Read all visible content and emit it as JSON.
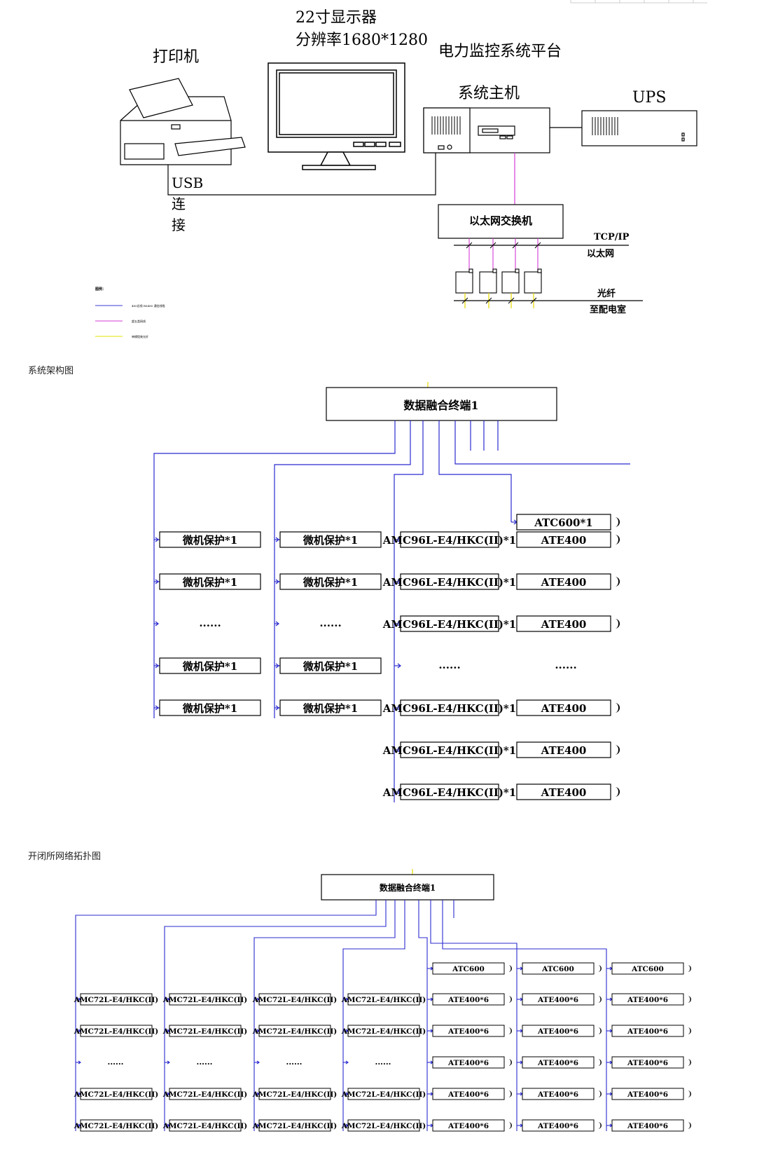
{
  "diagram1": {
    "display_label_line1": "22寸显示器",
    "display_label_line2": "分辨率1680*1280",
    "printer_label": "打印机",
    "platform_label": "电力监控系统平台",
    "host_label": "系统主机",
    "ups_label": "UPS",
    "usb_label": "USB",
    "usb_label_2": "连",
    "usb_label_3": "接",
    "switch_label": "以太网交换机",
    "tcpip_label": "TCP/IP",
    "ethernet_label": "以太网",
    "fiber_label": "光纤",
    "to_room_label": "至配电室",
    "legend_title": "图例：",
    "legend_items": [
      {
        "text": "485总线 RS485 通信线缆",
        "color": "#3b3bd6"
      },
      {
        "text": "超五类网线",
        "color": "#d63bd6"
      },
      {
        "text": "单模铠装光纤",
        "color": "#e6e600"
      }
    ],
    "caption": "系统架构图"
  },
  "diagram2": {
    "terminal_label": "数据融合终端1",
    "col1": [
      "微机保护*1",
      "微机保护*1",
      "......",
      "微机保护*1",
      "微机保护*1"
    ],
    "col2": [
      "微机保护*1",
      "微机保护*1",
      "......",
      "微机保护*1",
      "微机保护*1"
    ],
    "col3": [
      "AMC96L-E4/HKC(II)*1",
      "AMC96L-E4/HKC(II)*1",
      "AMC96L-E4/HKC(II)*1",
      "......",
      "AMC96L-E4/HKC(II)*1",
      "AMC96L-E4/HKC(II)*1",
      "AMC96L-E4/HKC(II)*1"
    ],
    "atc_label": "ATC600*1",
    "col4": [
      "ATE400",
      "ATE400",
      "ATE400",
      "......",
      "ATE400",
      "ATE400",
      "ATE400"
    ],
    "caption": "开闭所网络拓扑图"
  },
  "diagram3": {
    "terminal_label": "数据融合终端1",
    "amc_cols": [
      [
        "AMC72L-E4/HKC(II)",
        "AMC72L-E4/HKC(II)",
        "......",
        "AMC72L-E4/HKC(II)",
        "AMC72L-E4/HKC(II)"
      ],
      [
        "AMC72L-E4/HKC(II)",
        "AMC72L-E4/HKC(II)",
        "......",
        "AMC72L-E4/HKC(II)",
        "AMC72L-E4/HKC(II)"
      ],
      [
        "AMC72L-E4/HKC(II)",
        "AMC72L-E4/HKC(II)",
        "......",
        "AMC72L-E4/HKC(II)",
        "AMC72L-E4/HKC(II)"
      ],
      [
        "AMC72L-E4/HKC(II)",
        "AMC72L-E4/HKC(II)",
        "......",
        "AMC72L-E4/HKC(II)",
        "AMC72L-E4/HKC(II)"
      ]
    ],
    "ate_cols": [
      [
        "ATC600",
        "ATE400*6",
        "ATE400*6",
        "ATE400*6",
        "ATE400*6",
        "ATE400*6"
      ],
      [
        "ATC600",
        "ATE400*6",
        "ATE400*6",
        "ATE400*6",
        "ATE400*6",
        "ATE400*6"
      ],
      [
        "ATC600",
        "ATE400*6",
        "ATE400*6",
        "ATE400*6",
        "ATE400*6",
        "ATE400*6"
      ]
    ]
  },
  "colors": {
    "bus": "#2b2bd0",
    "ethernet": "#d63bd6",
    "fiber": "#e6d800",
    "line": "#000000"
  }
}
